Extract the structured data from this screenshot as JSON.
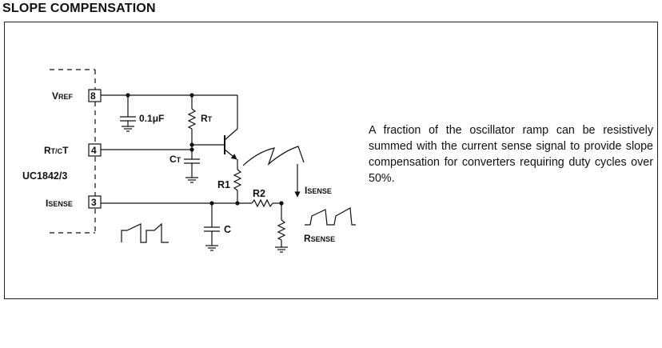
{
  "title": "SLOPE COMPENSATION",
  "description": "A fraction of the oscillator ramp can be resistively summed with the current sense signal to provide slope compensation for converters requiring duty cycles over 50%.",
  "schematic": {
    "chip_name": "UC1842/3",
    "pins": [
      {
        "label": "VREF",
        "main": "V",
        "sub": "REF",
        "number": "8"
      },
      {
        "label": "RT/CT",
        "main": "R",
        "sub": "T/C",
        "sub2": "T",
        "number": "4"
      },
      {
        "label": "ISENSE",
        "main": "I",
        "sub": "SENSE",
        "number": "3"
      }
    ],
    "components": {
      "cap_vref": {
        "value": "0.1",
        "unit": "μF"
      },
      "rt": {
        "main": "R",
        "sub": "T"
      },
      "ct": {
        "main": "C",
        "sub": "T"
      },
      "r1": "R1",
      "r2": "R2",
      "c": "C",
      "isense": {
        "main": "I",
        "sub": "SENSE"
      },
      "rsense": {
        "main": "R",
        "sub": "SENSE"
      }
    }
  }
}
